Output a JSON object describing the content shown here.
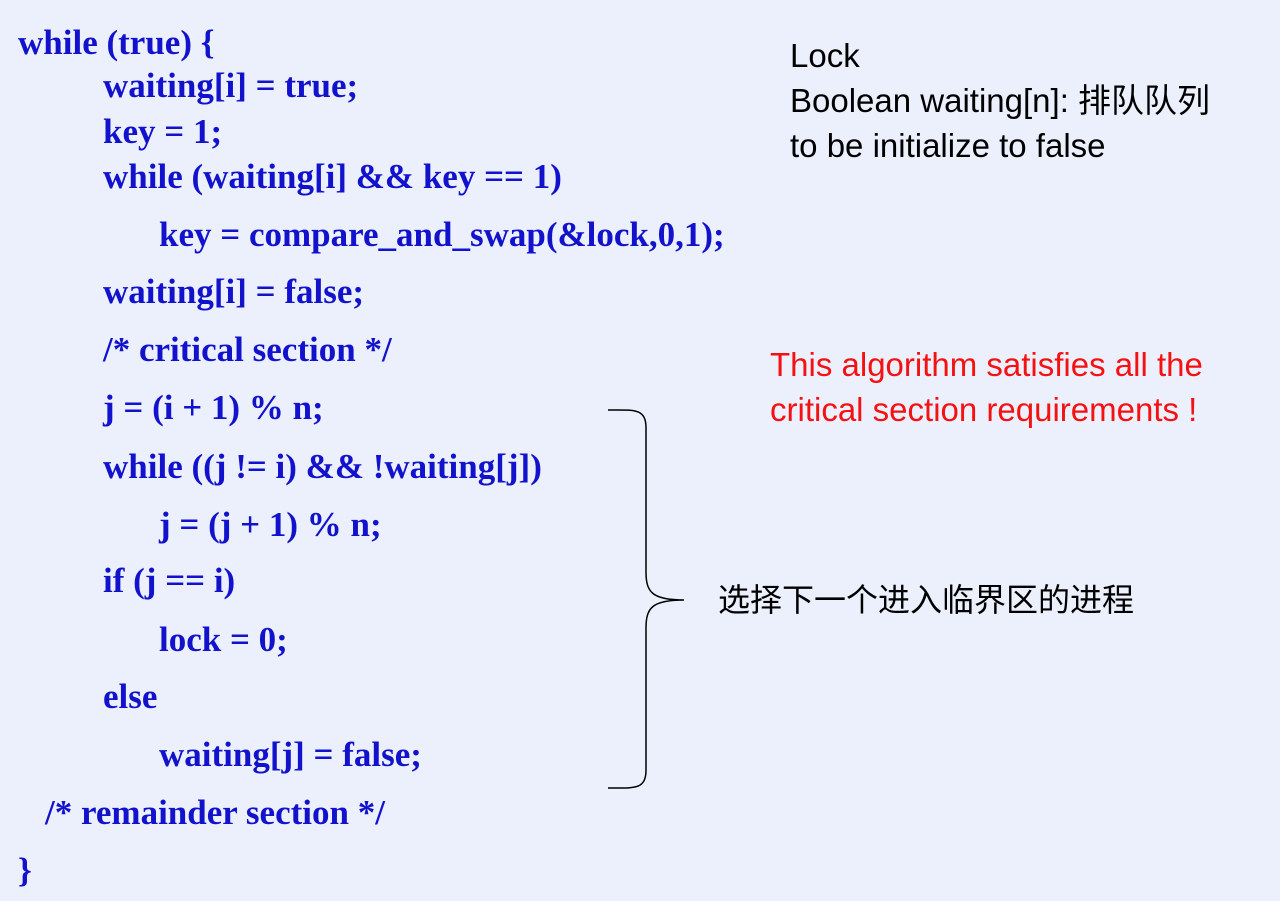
{
  "code": {
    "lines": [
      "while (true) {",
      "waiting[i] = true;",
      "key = 1;",
      "while (waiting[i] && key == 1)",
      "key = compare_and_swap(&lock,0,1);",
      "waiting[i] = false;",
      "/* critical section */",
      "j = (i + 1) % n;",
      "while ((j != i) && !waiting[j])",
      "j = (j + 1) % n;",
      "if (j == i)",
      "lock = 0;",
      "else",
      "waiting[j] = false;",
      "/* remainder section */",
      "}"
    ]
  },
  "notes": {
    "vars": [
      "Lock",
      "Boolean waiting[n]: 排队队列",
      "to be initialize to false"
    ],
    "claim": [
      "This algorithm satisfies all the",
      "critical section requirements !"
    ]
  },
  "annotation": {
    "label": "选择下一个进入临界区的进程"
  },
  "colors": {
    "background": "#ebf0fc",
    "code": "#1212cc",
    "claim": "#f51111",
    "text": "#000000"
  }
}
